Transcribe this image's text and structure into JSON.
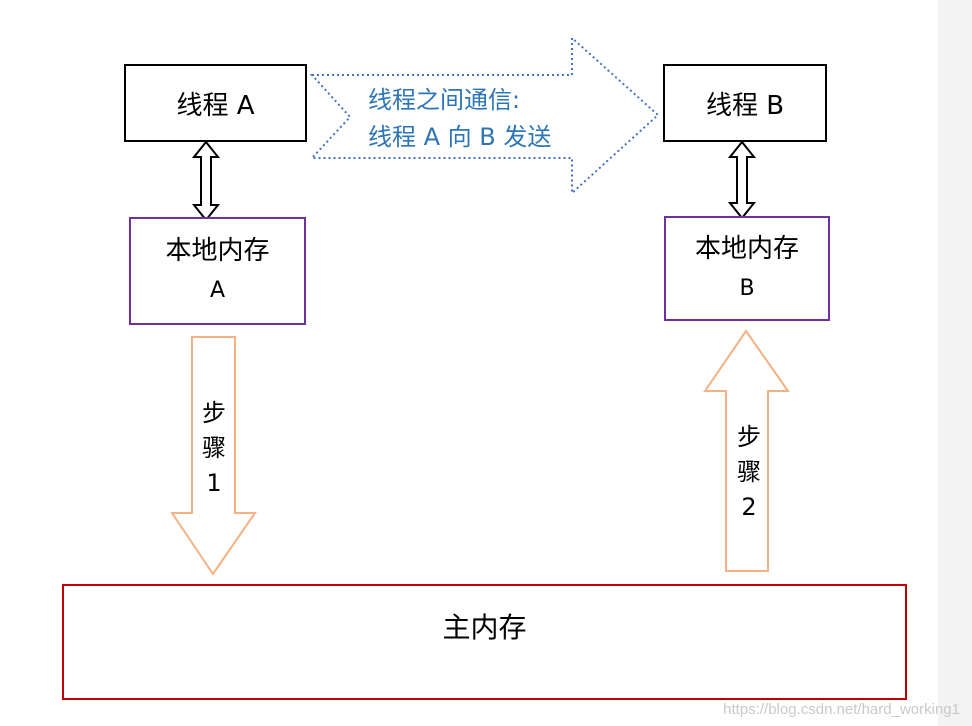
{
  "thread_a": {
    "label": "线程 A"
  },
  "thread_b": {
    "label": "线程 B"
  },
  "local_a": {
    "title": "本地内存",
    "sub": "A"
  },
  "local_b": {
    "title": "本地内存",
    "sub": "B"
  },
  "main_memory": {
    "label": "主内存"
  },
  "communication": {
    "line1": "线程之间通信:",
    "line2": "线程 A 向 B 发送"
  },
  "step1": {
    "char1": "步",
    "char2": "骤",
    "num": "1"
  },
  "step2": {
    "char1": "步",
    "char2": "骤",
    "num": "2"
  },
  "watermark": "https://blog.csdn.net/hard_working1",
  "colors": {
    "thread_border": "#000000",
    "local_border": "#7030a0",
    "main_border": "#c00000",
    "step_arrow": "#f4b183",
    "message_arrow": "#4472c4",
    "message_text": "#2e75b6"
  }
}
